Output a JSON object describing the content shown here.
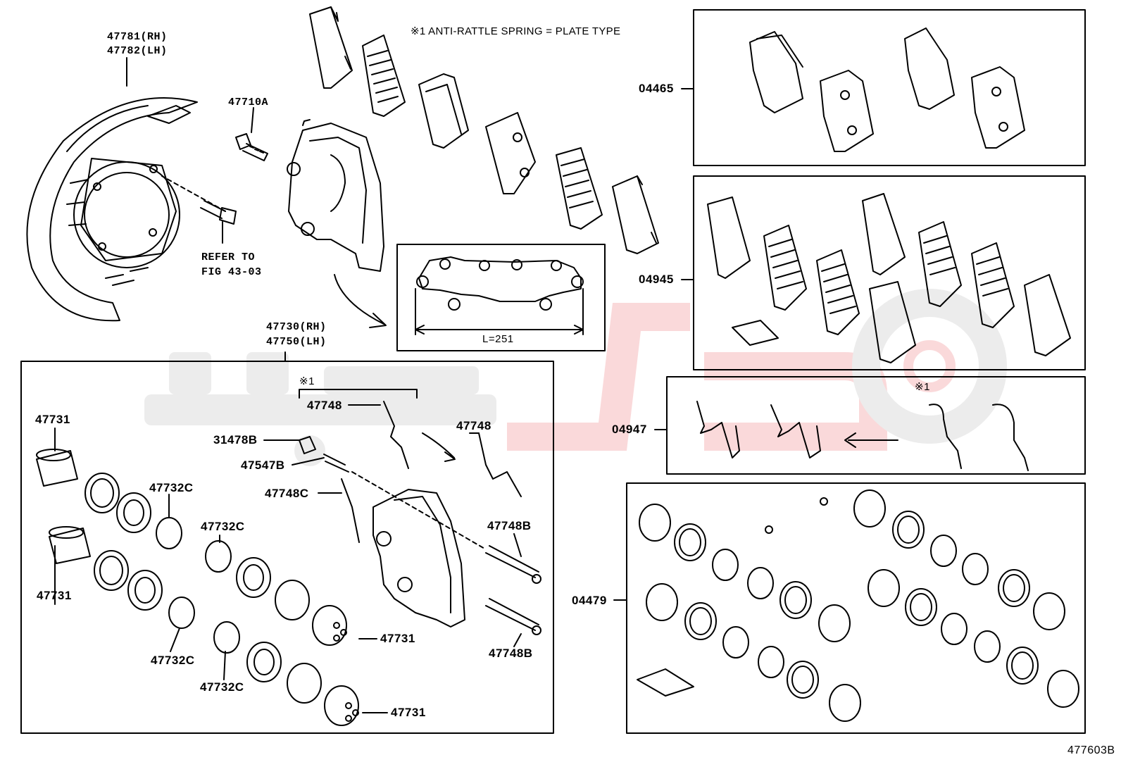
{
  "note": "※1 ANTI-RATTLE SPRING = PLATE TYPE",
  "diagram_id": "477603B",
  "dimension": "L=251",
  "refer": {
    "line1": "REFER TO",
    "line2": "FIG 43-03"
  },
  "dust_cover": {
    "rh": "47781(RH)",
    "lh": "47782(LH)"
  },
  "caliper_assy": {
    "rh": "47730(RH)",
    "lh": "47750(LH)"
  },
  "parts": {
    "p47710A": "47710A",
    "p04465": "04465",
    "p04945": "04945",
    "p04947": "04947",
    "p04479": "04479",
    "p47731": "47731",
    "p47732C": "47732C",
    "p47748": "47748",
    "p47748B": "47748B",
    "p47748C": "47748C",
    "p31478B": "31478B",
    "p47547B": "47547B",
    "mark1": "※1"
  },
  "colors": {
    "line": "#000000",
    "watermark_red": "#e8333a",
    "watermark_grey": "#9a9a9a"
  }
}
